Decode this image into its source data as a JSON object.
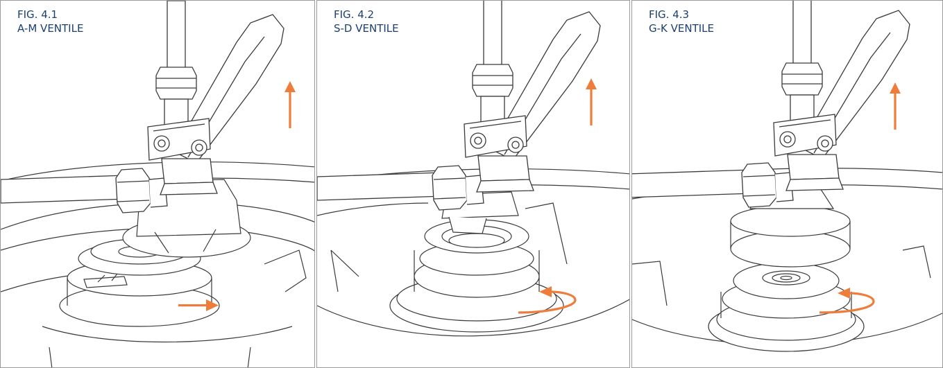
{
  "figures": [
    {
      "fig_label": "FIG. 4.1",
      "title": "A-M VENTILE",
      "lift_arrow_icon": "arrow-up-icon",
      "turn_arrow_icon": "arrow-right-icon"
    },
    {
      "fig_label": "FIG. 4.2",
      "title": "S-D VENTILE",
      "lift_arrow_icon": "arrow-up-icon",
      "turn_arrow_icon": "rotate-ccw-icon"
    },
    {
      "fig_label": "FIG. 4.3",
      "title": "G-K VENTILE",
      "lift_arrow_icon": "arrow-up-icon",
      "turn_arrow_icon": "rotate-ccw-icon"
    }
  ],
  "colors": {
    "caption": "#1b3f6e",
    "arrow": "#ee7d3b",
    "line": "#3a3a3a",
    "frame": "#9a9a9a"
  }
}
